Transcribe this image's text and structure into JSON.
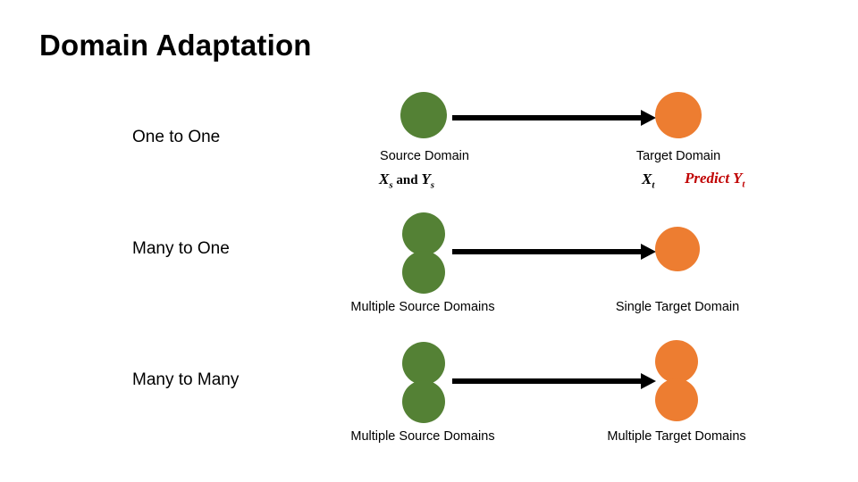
{
  "slide": {
    "title": "Domain Adaptation",
    "rows": [
      {
        "label": "One to One",
        "source_caption": "Source Domain",
        "target_caption": "Target Domain",
        "source_math_x": "X",
        "source_math_x_sub": "s",
        "source_math_and": " and ",
        "source_math_y": "Y",
        "source_math_y_sub": "s",
        "target_math_x": "X",
        "target_math_x_sub": "t",
        "target_predict": "Predict ",
        "target_predict_y": "Y",
        "target_predict_y_sub": "t"
      },
      {
        "label": "Many to One",
        "source_caption": "Multiple Source Domains",
        "target_caption": "Single Target Domain"
      },
      {
        "label": "Many to Many",
        "source_caption": "Multiple Source Domains",
        "target_caption": "Multiple Target Domains"
      }
    ],
    "colors": {
      "source_circle": "#548135",
      "target_circle": "#ED7D31",
      "arrow": "#000000",
      "predict_text": "#C00000",
      "background": "#FFFFFF"
    }
  }
}
